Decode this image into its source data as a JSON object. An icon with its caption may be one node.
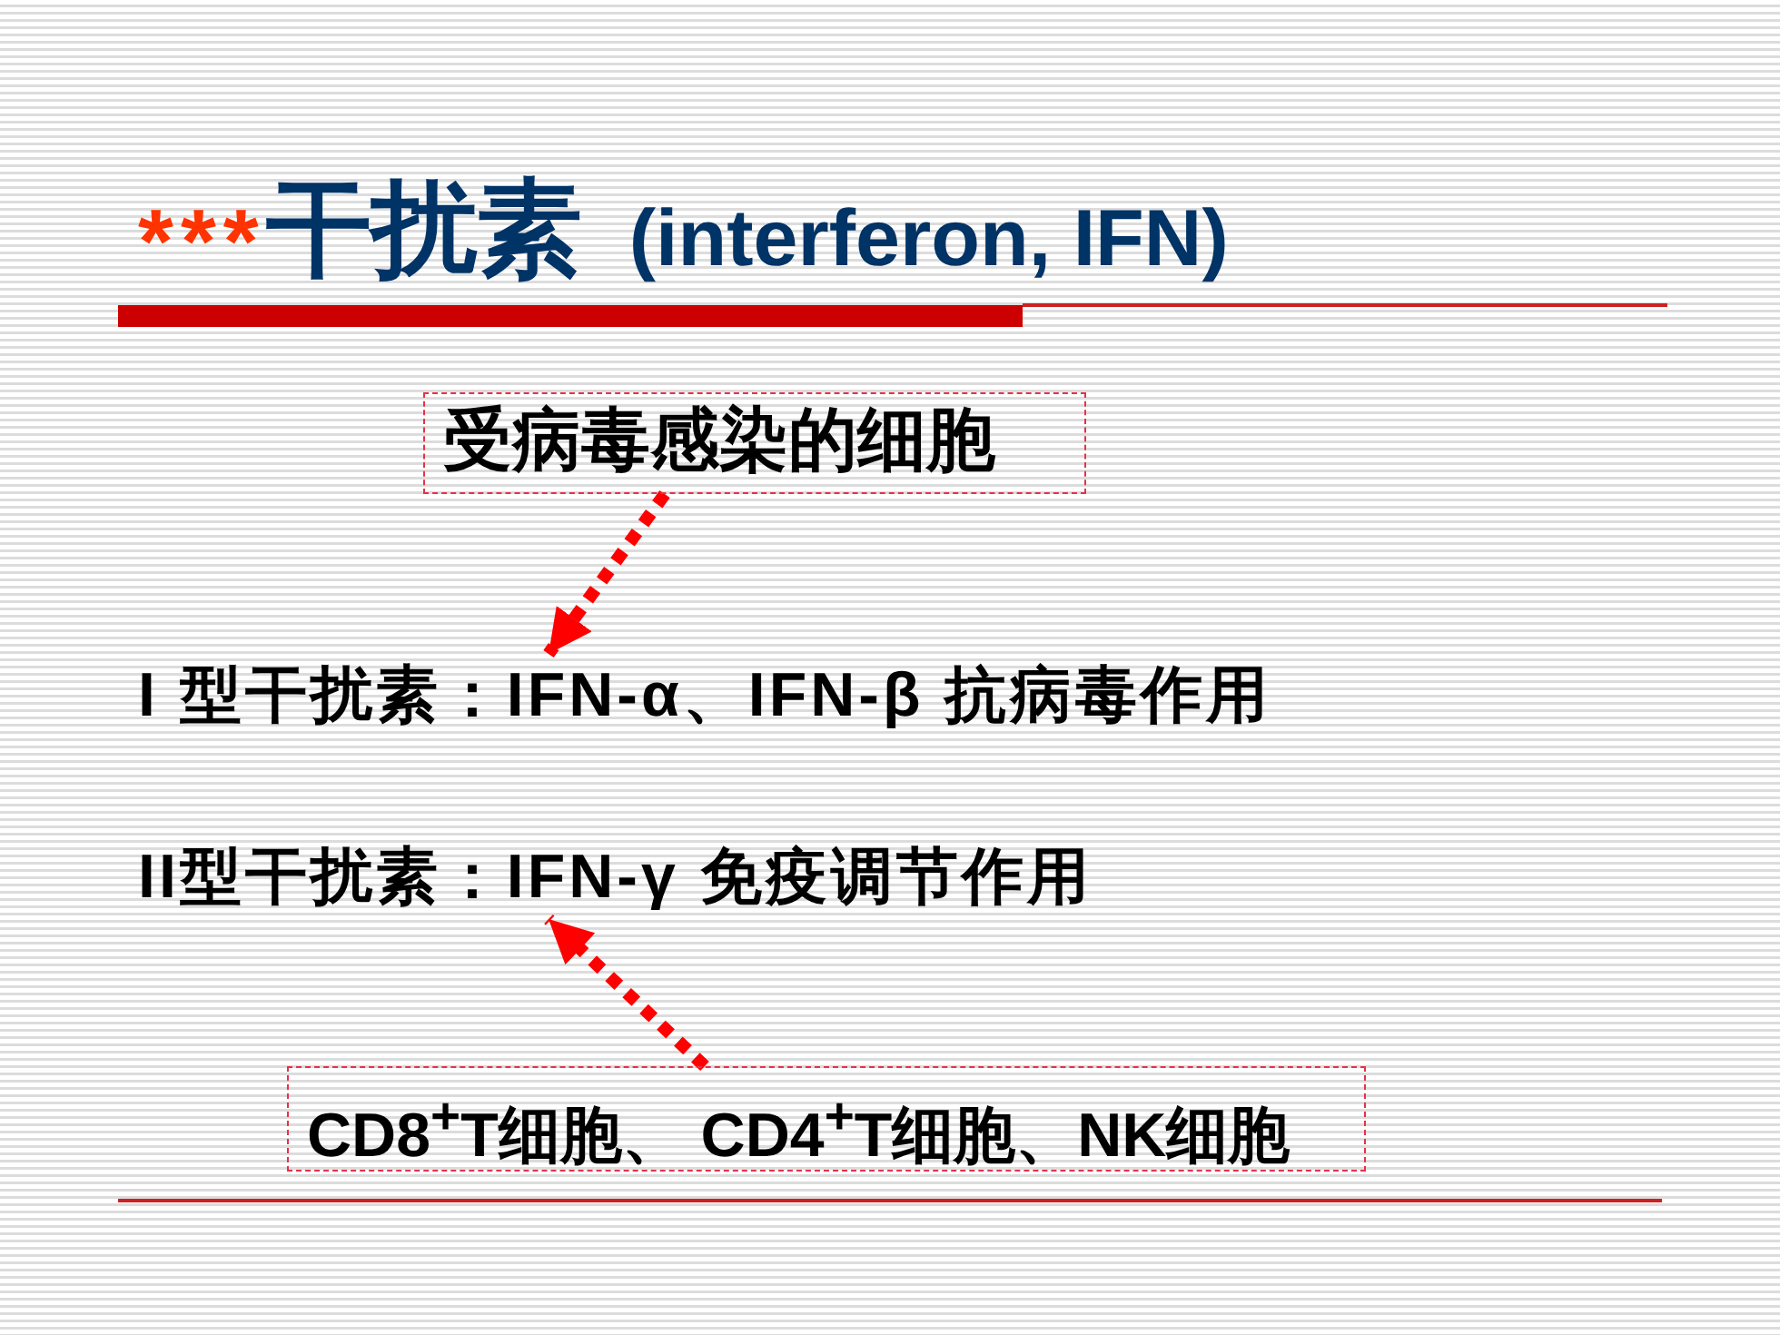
{
  "diagram": {
    "title": "***干扰素 (interferon, IFN)",
    "nodes": [
      {
        "text": [
          "受病毒感染的细胞"
        ]
      },
      {
        "text": [
          "I 型干扰素：IFN-α、IFN-β 抗病毒作用"
        ]
      },
      {
        "text": [
          "II型干扰素：IFN-γ 免疫调节作用"
        ]
      },
      {
        "text": [
          "CD8$^{+}$T细胞、 CD4$^{+}$T细胞、NK细胞"
        ]
      }
    ],
    "edges": [
      {
        "from": 0,
        "to": 1,
        "arrow": "to",
        "style": "dashed"
      },
      {
        "from": 3,
        "to": 2,
        "arrow": "to",
        "style": "dashed"
      }
    ]
  }
}
